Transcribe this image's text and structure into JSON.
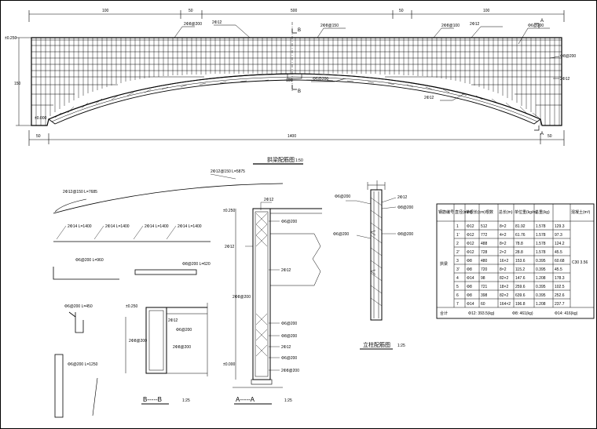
{
  "elevation": {
    "top_dims": [
      "100",
      "50",
      "500",
      "50",
      "100"
    ],
    "bottom_dim": "1400",
    "bottom_left_dim": "50",
    "bottom_right_dim": "50",
    "left_level": "±0.250",
    "left_height": "150",
    "bottom_level": "±0.000",
    "section_a_letter": "A",
    "section_b_letter": "B",
    "center_label": "100",
    "callouts": [
      "2Φ8@200",
      "2Φ12",
      "2Φ8@150",
      "2Φ8@100",
      "2Φ12",
      "Φ6@200",
      "Φ8@200",
      "2Φ12",
      "2Φ12",
      "Φ6@200"
    ],
    "title": "拱梁配筋图",
    "scale": "1:50"
  },
  "bar_details": {
    "items": [
      "2Φ12@150 L=5875",
      "2Φ12@150 L=7685",
      "2Φ14 L=1400",
      "2Φ14 L=1400",
      "2Φ14 L=1400",
      "2Φ14 L=1400",
      "Φ6@200 L=960",
      "Φ8@200 L=620",
      "Φ6@200 L=450",
      "Φ6@200 L=1250"
    ]
  },
  "section_b": {
    "title": "B-----B",
    "scale": "1:25",
    "level": "±0.250",
    "labels": [
      "2Φ12",
      "2Φ8@200",
      "Φ6@200",
      "2Φ8@200"
    ]
  },
  "section_a": {
    "title": "A-----A",
    "scale": "1:25",
    "top_level": "±0.250",
    "bottom_level": "±0.000",
    "labels": [
      "2Φ12",
      "Φ6@200",
      "2Φ8@200",
      "2Φ12",
      "2Φ12",
      "Φ6@200",
      "Φ8@200",
      "2Φ12",
      "Φ6@200",
      "2Φ8@200"
    ]
  },
  "column_detail": {
    "title": "立柱配筋图",
    "scale": "1:25",
    "labels": [
      "Φ6@200",
      "2Φ12",
      "Φ8@200",
      "Φ6@200"
    ]
  },
  "rebar_table": {
    "headers": [
      "钢筋编号",
      "直径(mm)",
      "单根长(cm)",
      "根数",
      "总长(m)",
      "单位重(kg/m)",
      "总重(kg)",
      "混凝土(m³)"
    ],
    "member": "拱梁",
    "concrete": "C30 3.56",
    "rows": [
      [
        "1",
        "Φ12",
        "512",
        "8×2",
        "81.92",
        "1.578",
        "129.3"
      ],
      [
        "1'",
        "Φ12",
        "772",
        "4×2",
        "61.76",
        "1.578",
        "97.3"
      ],
      [
        "2",
        "Φ12",
        "488",
        "8×2",
        "78.8",
        "1.578",
        "124.2"
      ],
      [
        "2'",
        "Φ12",
        "728",
        "2×2",
        "28.8",
        "1.578",
        "45.5"
      ],
      [
        "3",
        "Φ8",
        "480",
        "16×2",
        "153.6",
        "0.395",
        "60.68"
      ],
      [
        "3'",
        "Φ8",
        "720",
        "8×2",
        "115.2",
        "0.395",
        "45.5"
      ],
      [
        "4",
        "Φ14",
        "98",
        "82×2",
        "147.6",
        "1.208",
        "178.3"
      ],
      [
        "5",
        "Φ8",
        "721",
        "18×2",
        "259.6",
        "0.395",
        "102.5"
      ],
      [
        "6",
        "Φ8",
        "398",
        "82×2",
        "639.6",
        "0.395",
        "252.6"
      ],
      [
        "7",
        "Φ14",
        "60",
        "164×2",
        "196.8",
        "1.208",
        "237.7"
      ]
    ],
    "total_label": "合计",
    "totals": [
      "Φ12: 393.5(kg)",
      "Φ8: 461(kg)",
      "Φ14: 416(kg)"
    ]
  }
}
